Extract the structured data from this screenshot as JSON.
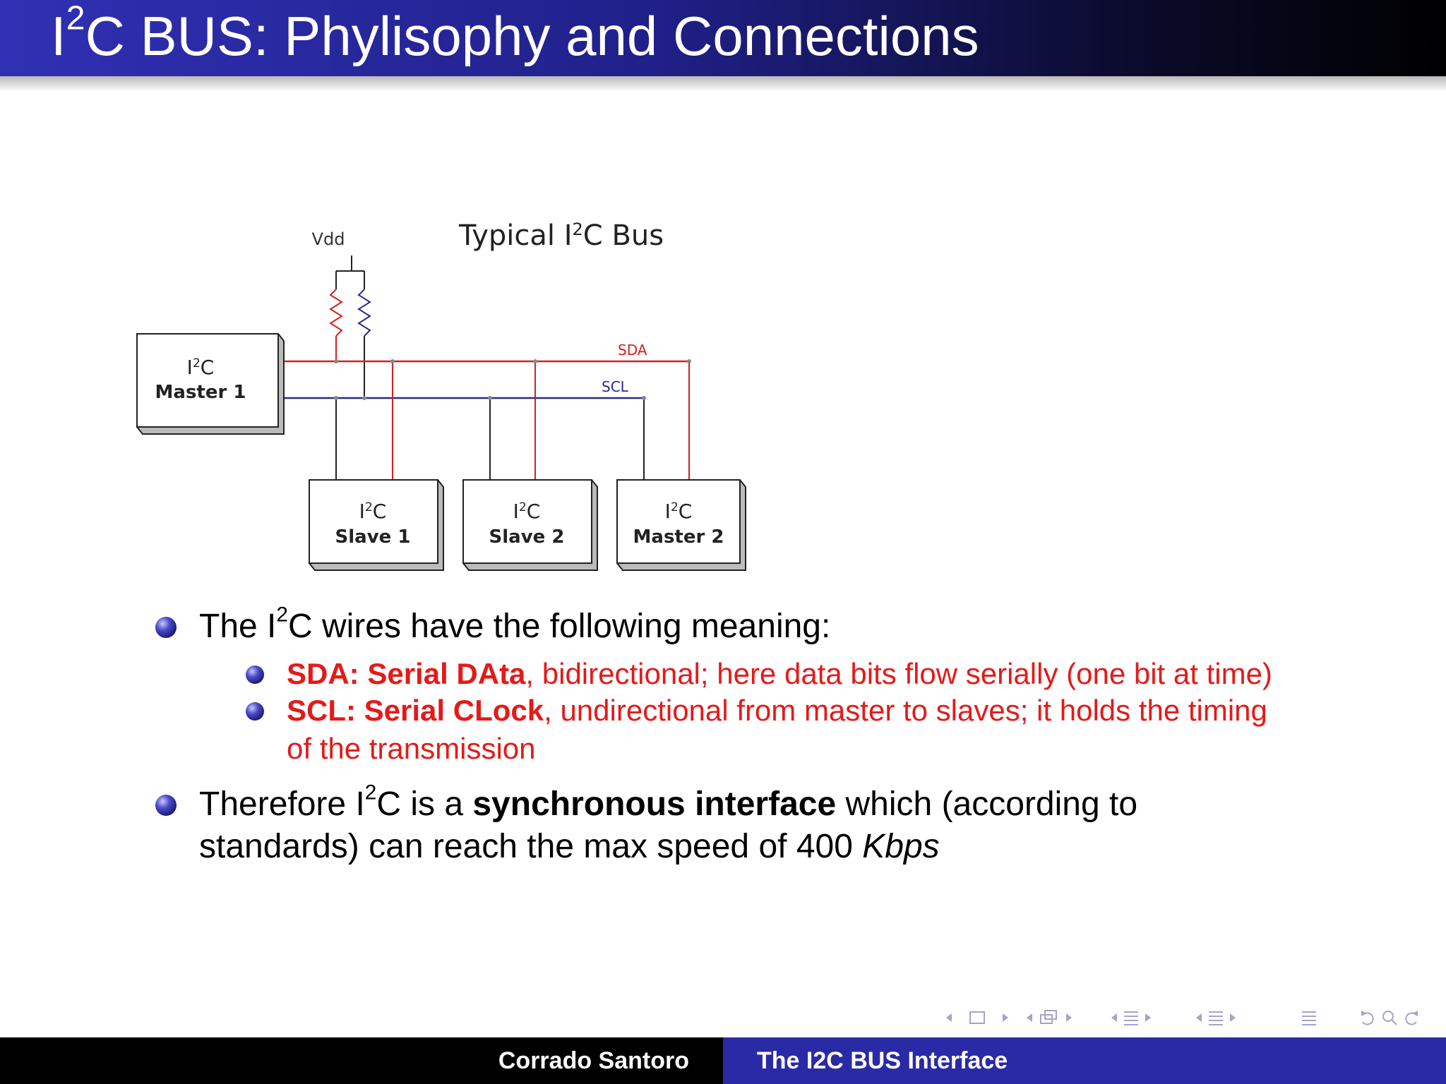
{
  "header": {
    "title_pre": "I",
    "title_sup": "2",
    "title_post": "C BUS: Phylisophy and Connections"
  },
  "diagram": {
    "title_pre": "Typical I",
    "title_sup": "2",
    "title_post": "C Bus",
    "vdd_label": "Vdd",
    "sda_label": "SDA",
    "scl_label": "SCL",
    "device_line1_pre": "I",
    "device_line1_sup": "2",
    "device_line1_post": "C",
    "master1": "Master 1",
    "slave1": "Slave 1",
    "slave2": "Slave 2",
    "master2": "Master 2",
    "colors": {
      "sda": "#d42020",
      "scl": "#2a2a8a",
      "wire": "#222222"
    }
  },
  "bullets": {
    "b1_pre": "The I",
    "b1_sup": "2",
    "b1_post": "C wires have the following meaning:",
    "s1_bold": "SDA: Serial DAta",
    "s1_rest": ", bidirectional; here data bits flow serially (one bit at time)",
    "s2_bold": "SCL: Serial CLock",
    "s2_rest_line1": ", undirectional from master to slaves; it holds the timing",
    "s2_rest_line2": "of the transmission",
    "b2_pre": "Therefore I",
    "b2_sup": "2",
    "b2_mid": "C is a ",
    "b2_bold": "synchronous interface",
    "b2_post_line1": " which (according to",
    "b2_line2": "standards) can reach the max speed of 400 ",
    "b2_italic": "Kbps"
  },
  "nav": {
    "icons": [
      "nav-prev-icon",
      "frame-icon",
      "nav-next-icon",
      "subsection-icon",
      "section-icon",
      "align-icon",
      "back-icon",
      "search-icon",
      "forward-icon"
    ],
    "color": "#a4a4c8"
  },
  "footer": {
    "author": "Corrado Santoro",
    "talk": "The I2C BUS Interface",
    "colors": {
      "left": "#000000",
      "right": "#2a2aa6"
    }
  }
}
